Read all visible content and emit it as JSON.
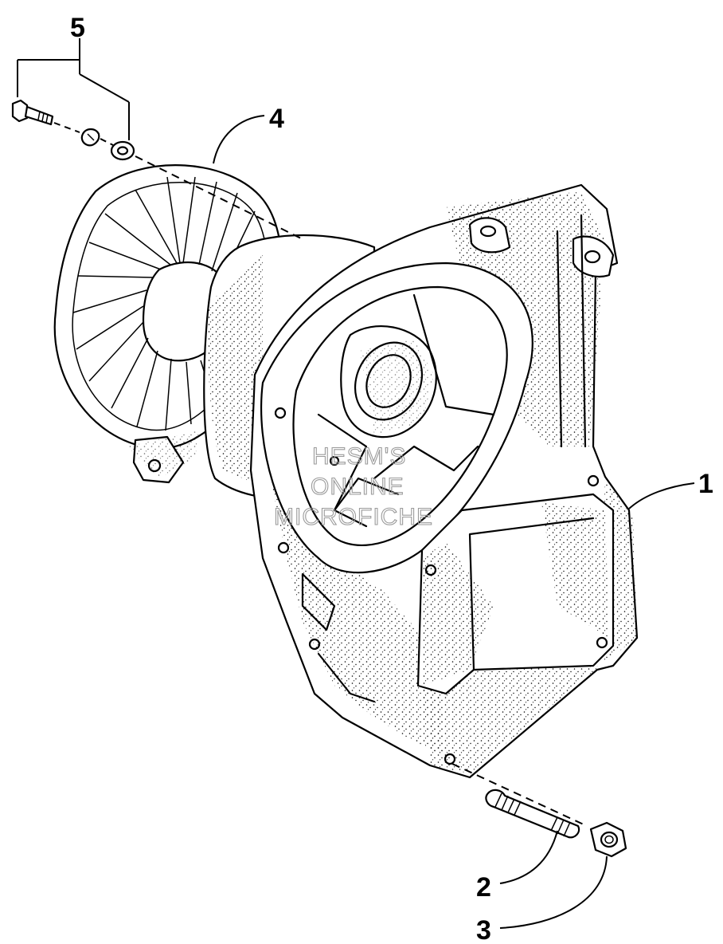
{
  "callouts": {
    "part_1": "1",
    "part_2": "2",
    "part_3": "3",
    "part_4": "4",
    "part_5": "5"
  },
  "watermark": {
    "line1": "HESM'S",
    "line2": "ONLINE",
    "line3": "MICROFICHE"
  },
  "colors": {
    "ink": "#000000",
    "paper": "#ffffff",
    "watermark": "#9a9a9a"
  }
}
